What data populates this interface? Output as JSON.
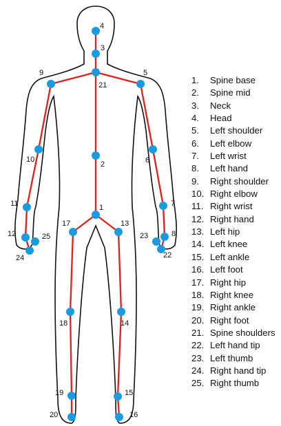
{
  "colors": {
    "bone": "#e0201b",
    "joint": "#1a9be0",
    "outline": "#111111"
  },
  "joints": [
    {
      "id": "1",
      "label": "Spine base"
    },
    {
      "id": "2",
      "label": "Spine mid"
    },
    {
      "id": "3",
      "label": "Neck"
    },
    {
      "id": "4",
      "label": "Head"
    },
    {
      "id": "5",
      "label": "Left shoulder"
    },
    {
      "id": "6",
      "label": "Left elbow"
    },
    {
      "id": "7",
      "label": "Left wrist"
    },
    {
      "id": "8",
      "label": "Left hand"
    },
    {
      "id": "9",
      "label": "Right shoulder"
    },
    {
      "id": "10",
      "label": "Right elbow"
    },
    {
      "id": "11",
      "label": "Right wrist"
    },
    {
      "id": "12",
      "label": "Right hand"
    },
    {
      "id": "13",
      "label": "Left hip"
    },
    {
      "id": "14",
      "label": "Left knee"
    },
    {
      "id": "15",
      "label": "Left ankle"
    },
    {
      "id": "16",
      "label": "Left foot"
    },
    {
      "id": "17",
      "label": "Right hip"
    },
    {
      "id": "18",
      "label": "Right knee"
    },
    {
      "id": "19",
      "label": "Right ankle"
    },
    {
      "id": "20",
      "label": "Right foot"
    },
    {
      "id": "21",
      "label": "Spine shoulders"
    },
    {
      "id": "22",
      "label": "Left hand tip"
    },
    {
      "id": "23",
      "label": "Left thumb"
    },
    {
      "id": "24",
      "label": "Right hand tip"
    },
    {
      "id": "25",
      "label": "Right thumb"
    }
  ]
}
